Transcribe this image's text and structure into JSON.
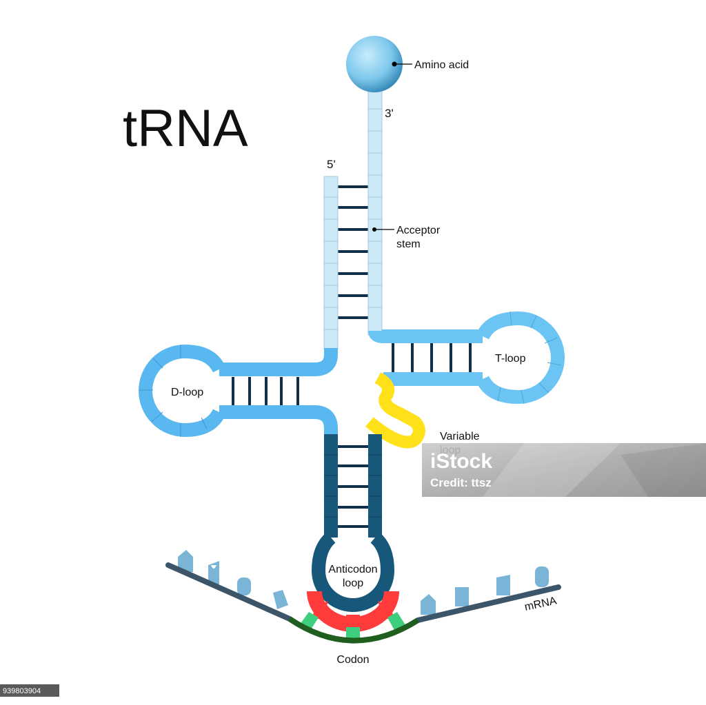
{
  "title": "tRNA",
  "labels": {
    "amino_acid": "Amino acid",
    "three_prime": "3'",
    "five_prime": "5'",
    "acceptor_stem_line1": "Acceptor",
    "acceptor_stem_line2": "stem",
    "t_loop": "T-loop",
    "d_loop": "D-loop",
    "variable_loop_line1": "Variable",
    "variable_loop_line2": "loop",
    "anticodon_loop_line1": "Anticodon",
    "anticodon_loop_line2": "loop",
    "mrna": "mRNA",
    "codon": "Codon"
  },
  "watermark": {
    "brand": "iStock",
    "credit": "Credit: ttsz"
  },
  "image_id": "939803904",
  "colors": {
    "acceptor_stem": "#cde8f6",
    "loop_blue": "#5ab8f0",
    "t_arm_blue": "#6cc4f4",
    "variable_loop": "#ffe11a",
    "anticodon_arm": "#17587a",
    "anticodon_red": "#ff3b3b",
    "codon_green": "#3ecf7e",
    "codon_dark_green": "#1f5e1f",
    "mrna_backbone": "#3d5568",
    "mrna_bases": "#7ab4d6",
    "amino_acid": "#7ec8ec",
    "base_pair": "#0f3048"
  }
}
